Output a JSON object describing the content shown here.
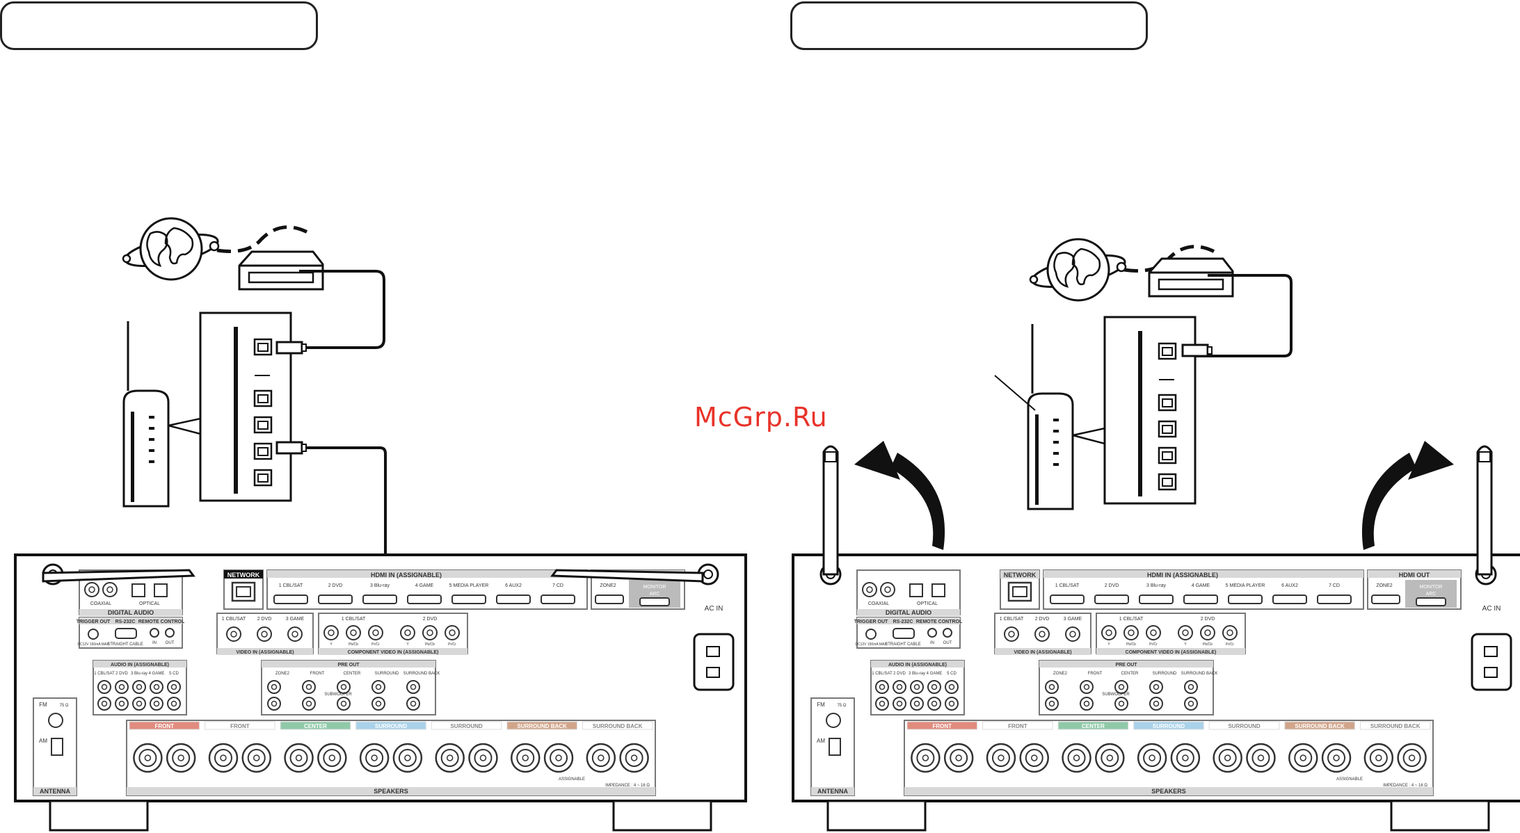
{
  "watermark": "McGrp.Ru",
  "labels": {
    "network": "NETWORK",
    "hdmi": "HDMI",
    "assignable": "(ASSIGNABLE)",
    "in": "IN",
    "hdmi_out": "HDMI OUT",
    "monitor": "MONITOR",
    "arc": "ARC",
    "zone2": "ZONE2",
    "ac_in": "AC IN",
    "digital_audio": "DIGITAL AUDIO",
    "coaxial": "COAXIAL",
    "optical": "OPTICAL",
    "trigger_out": "TRIGGER OUT",
    "trigger_spec": "DC12V 150mA MAX",
    "rs232c": "RS-232C",
    "straight_cable": "STRAIGHT CABLE",
    "remote_control": "REMOTE CONTROL",
    "rc_in": "IN",
    "rc_out": "OUT",
    "video": "VIDEO",
    "component_video": "COMPONENT VIDEO",
    "audio": "AUDIO",
    "pre_out": "PRE OUT",
    "subwoofer": "SUBWOOFER",
    "fm": "FM",
    "fm_ohm": "75 Ω",
    "am": "AM",
    "antenna": "ANTENNA",
    "speakers": "SPEAKERS",
    "impedance": "IMPEDANCE : 4 ~ 16 Ω",
    "speaker_assignable": "ASSIGNABLE"
  },
  "hdmi_inputs": [
    "1 CBL/SAT",
    "2 DVD",
    "3 Blu-ray",
    "4 GAME",
    "5 MEDIA PLAYER",
    "6 AUX2",
    "7 CD"
  ],
  "video_inputs": [
    "1 CBL/SAT",
    "2 DVD",
    "3 GAME"
  ],
  "component_inputs": [
    "1 CBL/SAT",
    "2 DVD"
  ],
  "component_jacks": [
    "Y",
    "Pb/Cb",
    "Pr/Cr"
  ],
  "audio_inputs": [
    "1 CBL/SAT",
    "2 DVD",
    "3 Blu-ray",
    "4 GAME",
    "5 CD"
  ],
  "preout_channels": [
    "ZONE2",
    "FRONT",
    "CENTER",
    "SURROUND",
    "SURROUND BACK"
  ],
  "speaker_groups": [
    {
      "name": "FRONT",
      "color": "#e08b7e"
    },
    {
      "name": "FRONT",
      "color": "#ffffff"
    },
    {
      "name": "CENTER",
      "color": "#8fc9a8"
    },
    {
      "name": "SURROUND",
      "color": "#a9d2ea"
    },
    {
      "name": "SURROUND",
      "color": "#ffffff"
    },
    {
      "name": "SURROUND BACK",
      "color": "#d1a58a"
    },
    {
      "name": "SURROUND BACK",
      "color": "#ffffff"
    }
  ],
  "colors": {
    "line": "#1a1a1a",
    "panel": "#d8d8d8",
    "watermark": "#e8332a"
  }
}
